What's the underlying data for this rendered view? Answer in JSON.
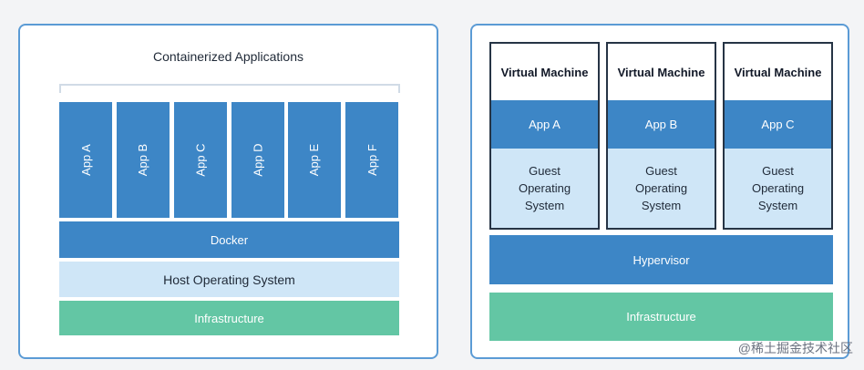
{
  "left": {
    "caption": "Containerized Applications",
    "apps": [
      "App A",
      "App B",
      "App C",
      "App D",
      "App E",
      "App F"
    ],
    "docker": "Docker",
    "host_os": "Host Operating System",
    "infrastructure": "Infrastructure"
  },
  "right": {
    "vms": [
      {
        "title": "Virtual Machine",
        "app": "App A",
        "os_lines": [
          "Guest",
          "Operating",
          "System"
        ]
      },
      {
        "title": "Virtual Machine",
        "app": "App B",
        "os_lines": [
          "Guest",
          "Operating",
          "System"
        ]
      },
      {
        "title": "Virtual Machine",
        "app": "App C",
        "os_lines": [
          "Guest",
          "Operating",
          "System"
        ]
      }
    ],
    "hypervisor": "Hypervisor",
    "infrastructure": "Infrastructure"
  },
  "watermark": "@稀土掘金技术社区",
  "colors": {
    "panel_border": "#5b9bd5",
    "app_blue": "#3d86c6",
    "light_blue": "#cfe6f7",
    "infra_green": "#63c6a4",
    "vm_border": "#263445"
  }
}
